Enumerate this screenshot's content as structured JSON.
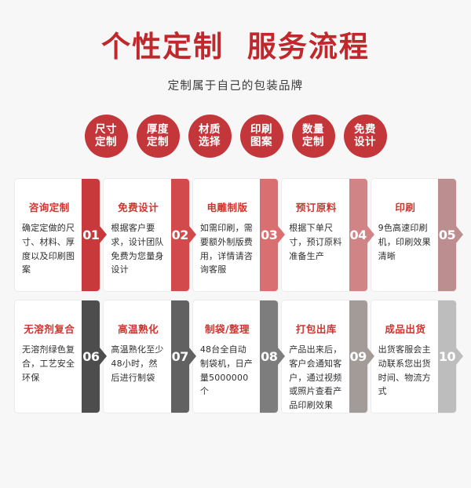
{
  "header": {
    "title": "个性定制  服务流程",
    "subtitle": "定制属于自己的包装品牌"
  },
  "badges": [
    {
      "name": "size-custom",
      "line1": "尺寸",
      "line2": "定制"
    },
    {
      "name": "thickness-custom",
      "line1": "厚度",
      "line2": "定制"
    },
    {
      "name": "material-choice",
      "line1": "材质",
      "line2": "选择"
    },
    {
      "name": "print-pattern",
      "line1": "印刷",
      "line2": "图案"
    },
    {
      "name": "quantity-custom",
      "line1": "数量",
      "line2": "定制"
    },
    {
      "name": "free-design",
      "line1": "免费",
      "line2": "设计"
    }
  ],
  "colors": {
    "background": "#f7f7f8",
    "brand_red": "#c0282c",
    "badge_red": "#c3363a",
    "card_title_red": "#d0342e"
  },
  "rows": [
    {
      "name": "steps-row-1",
      "steps": [
        {
          "num": "01",
          "title": "咨询定制",
          "desc": "确定定做的尺寸、材料、厚度以及印刷图案",
          "tab_color": "#c8393c"
        },
        {
          "num": "02",
          "title": "免费设计",
          "desc": "根据客户要求，设计团队免费为您量身设计",
          "tab_color": "#d34a4c"
        },
        {
          "num": "03",
          "title": "电雕制版",
          "desc": "如需印刷，需要额外制版费用，详情请咨询客服",
          "tab_color": "#da6f71"
        },
        {
          "num": "04",
          "title": "预订原料",
          "desc": "根据下单尺寸，预订原料准备生产",
          "tab_color": "#d08486"
        },
        {
          "num": "05",
          "title": "印刷",
          "desc": "9色高速印刷机，印刷效果清晰",
          "tab_color": "#bc8e90"
        }
      ]
    },
    {
      "name": "steps-row-2",
      "steps": [
        {
          "num": "06",
          "title": "无溶剂复合",
          "desc": "无溶剂绿色复合，工艺安全环保",
          "tab_color": "#4d4d4d"
        },
        {
          "num": "07",
          "title": "高温熟化",
          "desc": "高温熟化至少48小时，然后进行制袋",
          "tab_color": "#616161"
        },
        {
          "num": "08",
          "title": "制袋/整理",
          "desc": "48台全自动制袋机，日产量5000000个",
          "tab_color": "#7d7d7d"
        },
        {
          "num": "09",
          "title": "打包出库",
          "desc": "产品出来后，客户会通知客户，通过视频或照片查看产品印刷效果",
          "tab_color": "#a39b98"
        },
        {
          "num": "10",
          "title": "成品出货",
          "desc": "出货客服会主动联系您出货时间、物流方式",
          "tab_color": "#bdbdbd"
        }
      ]
    }
  ]
}
